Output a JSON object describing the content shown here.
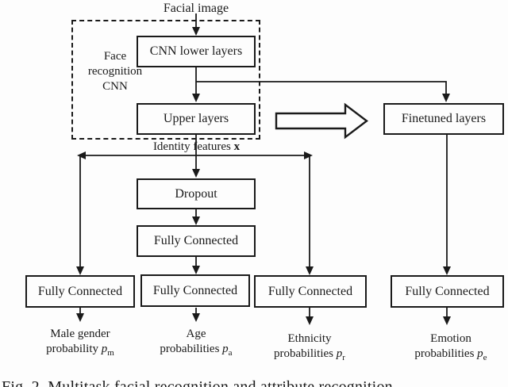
{
  "diagram": {
    "top_input_label": "Facial image",
    "face_cnn_group": {
      "label_lines": [
        "Face",
        "recognition",
        "CNN"
      ]
    },
    "boxes": {
      "cnn_lower": "CNN lower layers",
      "upper": "Upper layers",
      "finetuned": "Finetuned layers",
      "dropout": "Dropout",
      "fc_mid": "Fully Connected",
      "fc_gender": "Fully Connected",
      "fc_age": "Fully Connected",
      "fc_ethnicity": "Fully Connected",
      "fc_emotion": "Fully Connected"
    },
    "identity_label": {
      "text": "Identity features",
      "symbol": "x"
    },
    "outputs": [
      {
        "line1": "Male gender",
        "line2": "probability",
        "symbol": "p",
        "subscript": "m"
      },
      {
        "line1": "Age",
        "line2": "probabilities",
        "symbol": "p",
        "subscript": "a"
      },
      {
        "line1": "Ethnicity",
        "line2": "probabilities",
        "symbol": "p",
        "subscript": "r"
      },
      {
        "line1": "Emotion",
        "line2": "probabilities",
        "symbol": "p",
        "subscript": "e"
      }
    ],
    "caption": "Fig. 2. Multitask facial recognition and attribute recognition",
    "colors": {
      "ink": "#1a1a1a",
      "background": "#fdfdfd"
    }
  }
}
